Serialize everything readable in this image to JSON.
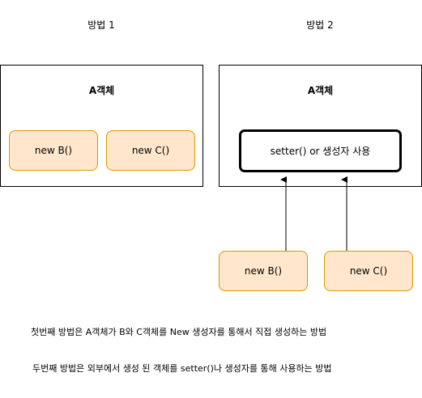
{
  "method1": {
    "heading": "방법 1",
    "container_title": "A객체",
    "nodes": [
      "new B()",
      "new C()"
    ]
  },
  "method2": {
    "heading": "방법 2",
    "container_title": "A객체",
    "setter_label": "setter() or 생성자 사용",
    "nodes": [
      "new B()",
      "new C()"
    ]
  },
  "notes": [
    "첫번째 방법은 A객체가 B와 C객체를 New 생성자를 통해서 직접 생성하는 방법",
    "두번째 방법은 외부에서 생성 된 객체를 setter()나 생성자를 통해 사용하는 방법"
  ]
}
